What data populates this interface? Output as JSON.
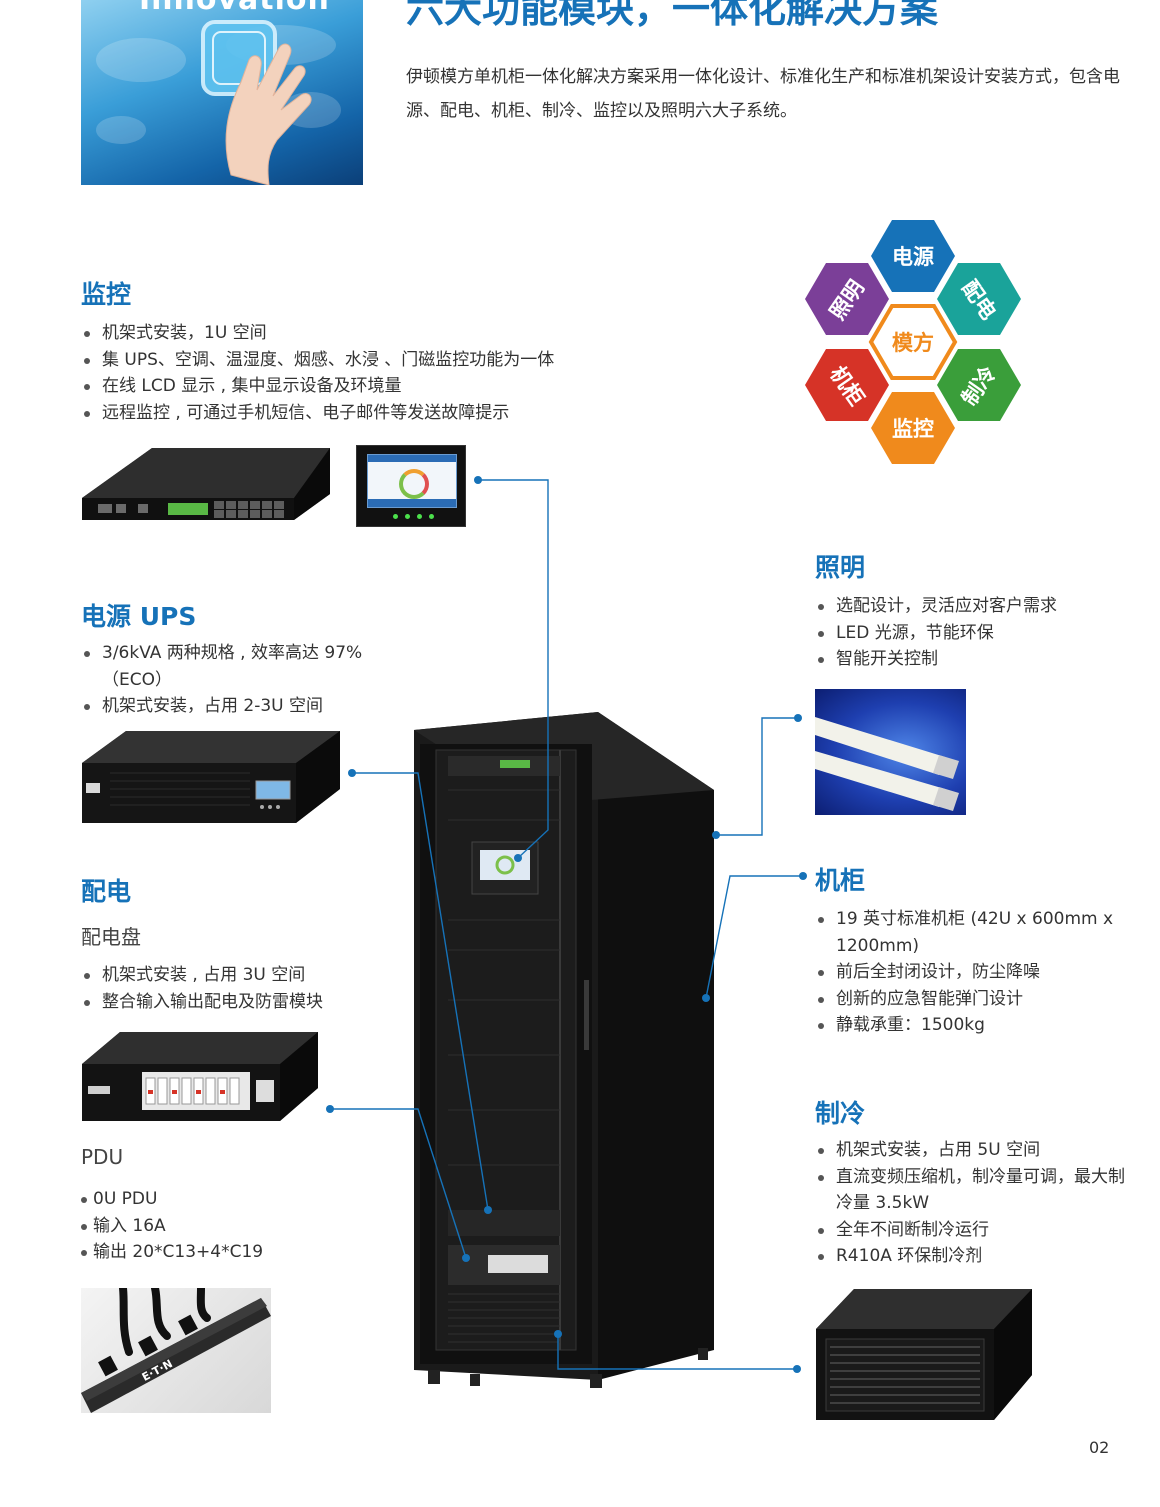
{
  "hero": {
    "image_word": "Innovation",
    "title": "六大功能模块，一体化解决方案",
    "intro": "伊顿模方单机柜一体化解决方案采用一体化设计、标准化生产和标准机架设计安装方式，包含电源、配电、机柜、制冷、监控以及照明六大子系统。"
  },
  "hexagon": {
    "center": "模方",
    "items": [
      {
        "label": "电源",
        "color": "#1672b8"
      },
      {
        "label": "配电",
        "color": "#1aa39a"
      },
      {
        "label": "制冷",
        "color": "#3a9e3a"
      },
      {
        "label": "监控",
        "color": "#f08a1c"
      },
      {
        "label": "机柜",
        "color": "#d63327"
      },
      {
        "label": "照明",
        "color": "#7b3f98"
      }
    ],
    "center_color": "#f08a1c"
  },
  "sections": {
    "monitor": {
      "title": "监控",
      "bullets": [
        "机架式安装，1U 空间",
        "集 UPS、空调、温湿度、烟感、水浸 、门磁监控功能为一体",
        "在线 LCD 显示 , 集中显示设备及环境量",
        "远程监控 , 可通过手机短信、电子邮件等发送故障提示"
      ]
    },
    "ups": {
      "title": "电源 UPS",
      "bullets": [
        "3/6kVA 两种规格 , 效率高达 97%（ECO）",
        "机架式安装，占用 2-3U 空间"
      ]
    },
    "distribution": {
      "title": "配电",
      "panel_title": "配电盘",
      "panel_bullets": [
        "机架式安装 , 占用 3U 空间",
        "整合输入输出配电及防雷模块"
      ],
      "pdu_title": "PDU",
      "pdu_bullets": [
        "0U PDU",
        "输入 16A",
        "输出 20*C13+4*C19"
      ]
    },
    "lighting": {
      "title": "照明",
      "bullets": [
        "选配设计，灵活应对客户需求",
        "LED 光源，节能环保",
        "智能开关控制"
      ]
    },
    "cabinet": {
      "title": "机柜",
      "bullets": [
        "19 英寸标准机柜 (42U x 600mm x 1200mm)",
        "前后全封闭设计，防尘降噪",
        "创新的应急智能弹门设计",
        "静载承重：1500kg"
      ]
    },
    "cooling": {
      "title": "制冷",
      "bullets": [
        "机架式安装，占用 5U 空间",
        "直流变频压缩机，制冷量可调，最大制冷量 3.5kW",
        "全年不间断制冷运行",
        "R410A 环保制冷剂"
      ]
    }
  },
  "brand_label": "E·T·N",
  "page_number": "02",
  "colors": {
    "accent": "#1672b8",
    "cabinet": "#151515"
  }
}
